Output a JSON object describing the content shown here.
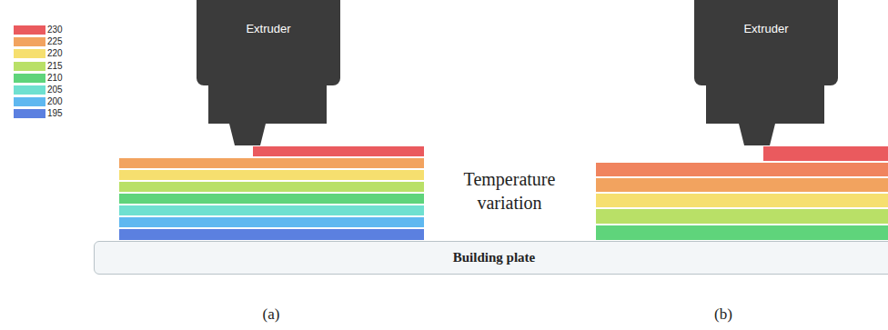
{
  "diagram": {
    "nodes": [
      {
        "text": [
          "Extruder"
        ]
      },
      {
        "text": [
          "Extruder"
        ]
      },
      {
        "text": [
          "Building plate"
        ]
      }
    ],
    "labels": [
      "Temperature variation",
      "(a)",
      "(b)"
    ],
    "legend": [
      {
        "text": "230",
        "color": "#ea5a5e"
      },
      {
        "text": "225",
        "color": "#f2a35f"
      },
      {
        "text": "220",
        "color": "#f6df6f"
      },
      {
        "text": "215",
        "color": "#b9e067"
      },
      {
        "text": "210",
        "color": "#5fd47b"
      },
      {
        "text": "205",
        "color": "#6fe0d0"
      },
      {
        "text": "200",
        "color": "#5fb8f0"
      },
      {
        "text": "195",
        "color": "#5b80e0"
      }
    ]
  }
}
